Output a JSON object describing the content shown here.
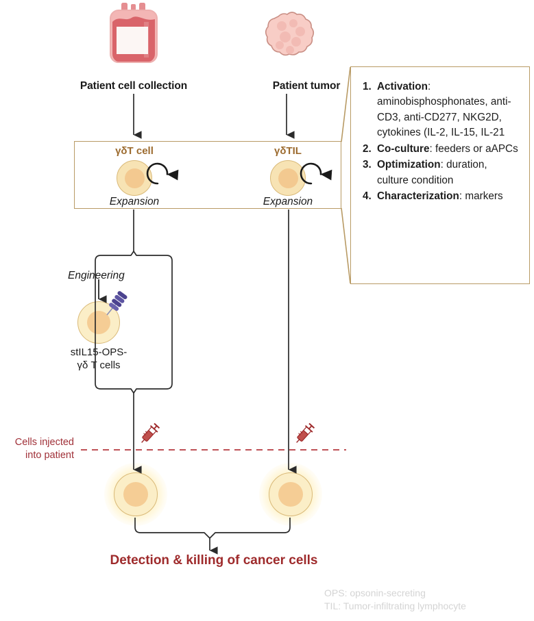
{
  "diagram": {
    "sources": {
      "blood_bag": {
        "icon": "blood-bag-icon",
        "label": "Patient cell collection"
      },
      "tumor": {
        "icon": "tumor-icon",
        "label": "Patient tumor"
      }
    },
    "expansion_box": {
      "left_branch": {
        "title": "γδT cell",
        "caption": "Expansion",
        "icon": "t-cell-icon",
        "loop_icon": "circular-arrow-icon"
      },
      "right_branch": {
        "title": "γδTIL",
        "caption": "Expansion",
        "icon": "til-cell-icon",
        "loop_icon": "circular-arrow-icon"
      }
    },
    "engineering": {
      "label": "Engineering",
      "product_line1": "stIL15-OPS-",
      "product_line2": "γδ T cells",
      "receptor_icon": "receptor-icon",
      "cell_icon": "engineered-t-cell-icon"
    },
    "injection": {
      "label_line1": "Cells injected",
      "label_line2": "into patient",
      "syringe_icon": "syringe-icon",
      "boundary_icon": "dashed-boundary-line"
    },
    "outcome": {
      "label": "Detection & killing of cancer cells"
    },
    "footnotes": [
      "OPS: opsonin-secreting",
      "TIL: Tumor-infiltrating lymphocyte"
    ],
    "info_panel": {
      "items": [
        {
          "lead": "Activation",
          "sep": ":",
          "body": " aminobisphosphonates, anti-CD3, anti-CD277, NKG2D, cytokines (IL-2, IL-15, IL-21"
        },
        {
          "lead": "Co-culture",
          "sep": ":",
          "body": " feeders or aAPCs"
        },
        {
          "lead": "Optimization",
          "sep": ":",
          "body": " duration, culture condition"
        },
        {
          "lead": "Characterization",
          "sep": ":",
          "body": " markers"
        }
      ]
    },
    "colors": {
      "box_border": "#b89a64",
      "cell_title": "#9c6b2f",
      "arrow": "#2b2b2b",
      "injection_red": "#a03038",
      "outcome_red": "#9e2a2b",
      "footnote_gray": "#d4d4d4",
      "cell_fill": "#f7e3b4",
      "nucleus_fill": "#f3c990",
      "blood_red": "#d9646a",
      "tumor_pink": "#f6c3bc",
      "receptor_purple": "#534a96"
    }
  }
}
